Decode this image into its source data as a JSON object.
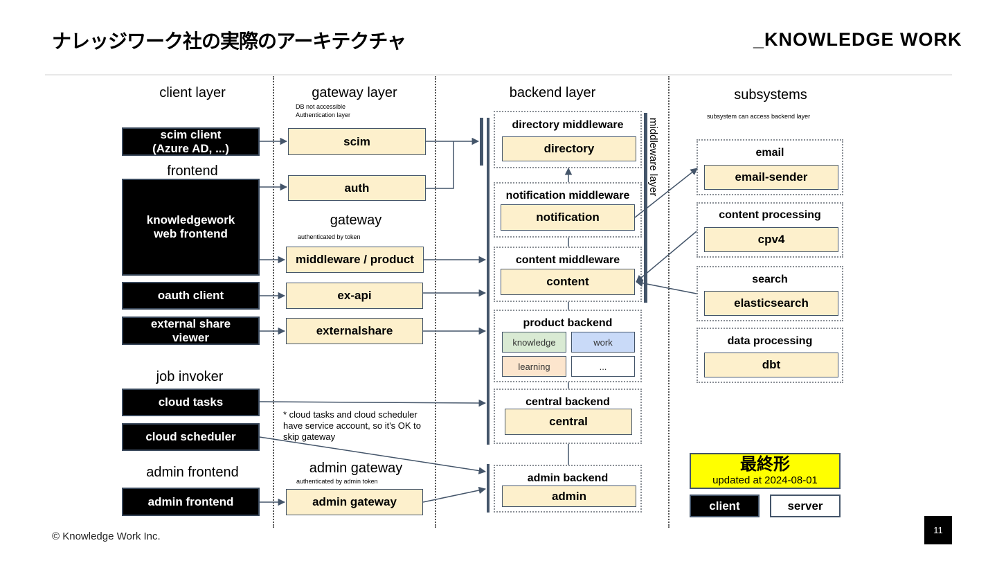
{
  "header": {
    "title": "ナレッジワーク社の実際のアーキテクチャ",
    "logo": "_KNOWLEDGE WORK"
  },
  "layers": {
    "client": "client layer",
    "gateway": "gateway layer",
    "gateway_note_1": "DB not accessible",
    "gateway_note_2": "Authentication layer",
    "backend": "backend layer",
    "subsystems": "subsystems",
    "subsystems_note": "subsystem can access backend layer",
    "middleware_layer": "middleware layer"
  },
  "sections": {
    "frontend": "frontend",
    "gateway": "gateway",
    "gateway_note": "authenticated by token",
    "job_invoker": "job invoker",
    "admin_frontend": "admin frontend",
    "admin_gateway": "admin gateway",
    "admin_gateway_note": "authenticated by admin token"
  },
  "clients": {
    "scim": "scim client\n(Azure AD, ...)",
    "web": "knowledgework\nweb frontend",
    "oauth": "oauth client",
    "external": "external share\nviewer",
    "cloud_tasks": "cloud tasks",
    "cloud_scheduler": "cloud scheduler",
    "admin_frontend": "admin frontend"
  },
  "gateways": {
    "scim": "scim",
    "auth": "auth",
    "middleware_product": "middleware / product",
    "ex_api": "ex-api",
    "externalshare": "externalshare",
    "admin_gateway": "admin gateway"
  },
  "cloud_note": "* cloud tasks and cloud scheduler have service account, so it's OK to skip gateway",
  "backend": {
    "directory_group": "directory middleware",
    "directory": "directory",
    "notification_group": "notification middleware",
    "notification": "notification",
    "content_group": "content middleware",
    "content": "content",
    "product_group": "product backend",
    "product_domains": [
      "knowledge",
      "work",
      "learning",
      "..."
    ],
    "central_group": "central backend",
    "central": "central",
    "admin_group": "admin backend",
    "admin": "admin"
  },
  "subsystems": {
    "email_group": "email",
    "email": "email-sender",
    "content_processing_group": "content processing",
    "cpv4": "cpv4",
    "search_group": "search",
    "search": "elasticsearch",
    "data_processing_group": "data processing",
    "dbt": "dbt"
  },
  "colors": {
    "client_fill": "#000000",
    "server_fill": "#fdf0cc",
    "knowledge_fill": "#d9ead3",
    "work_fill": "#c9daf8",
    "learning_fill": "#fce5cd",
    "final_badge": "#ffff00",
    "line": "#44556a"
  },
  "status": {
    "title": "最終形",
    "updated": "updated at 2024-08-01"
  },
  "legend": {
    "client": "client",
    "server": "server"
  },
  "footer": {
    "copyright": "© Knowledge Work Inc.",
    "page": "11"
  }
}
